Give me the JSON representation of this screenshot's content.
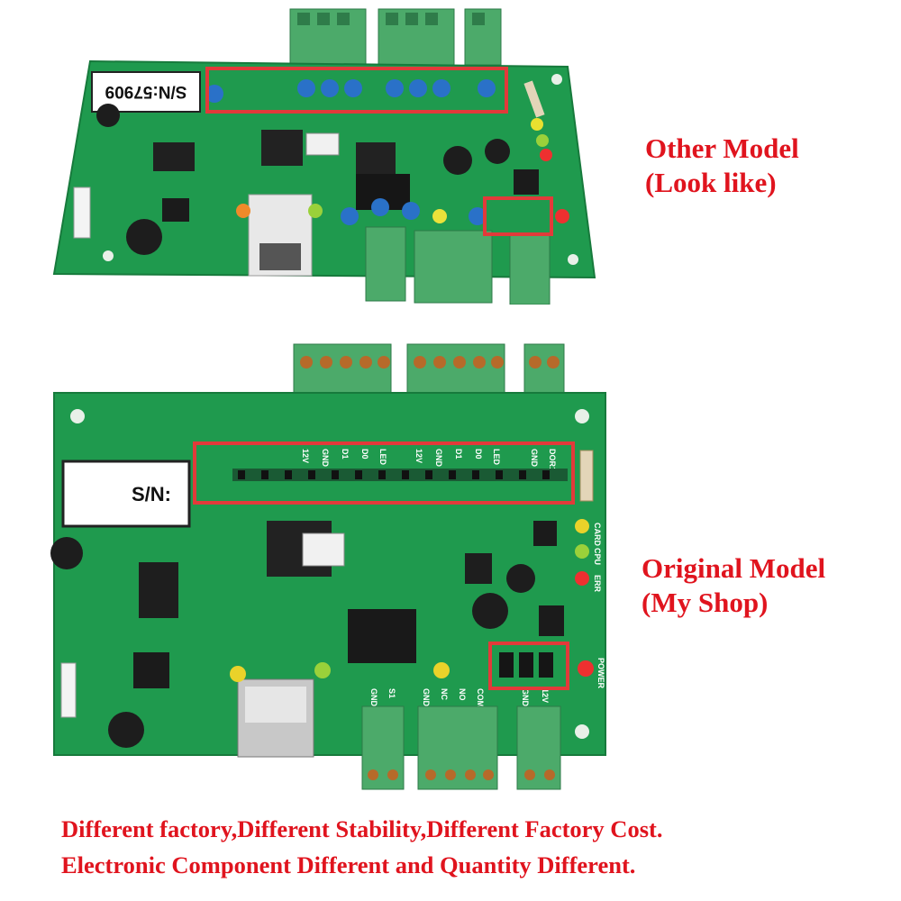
{
  "captions": {
    "other_line1": "Other Model",
    "other_line2": "(Look like)",
    "original_line1": "Original Model",
    "original_line2": "(My Shop)"
  },
  "footer": {
    "line1": "Different factory,Different Stability,Different Factory Cost.",
    "line2": "Electronic Component Different and Quantity Different."
  },
  "top_board": {
    "serial_label": "S/N:57909"
  },
  "bottom_board": {
    "serial_label": "S/N:",
    "led_labels": [
      "CARD",
      "CPU",
      "ERR",
      "POWER"
    ],
    "bottom_pins": [
      "GND",
      "S1",
      "GND",
      "NC",
      "NO",
      "COM",
      "GND",
      "12V"
    ],
    "top_pins": [
      "12V",
      "GND",
      "D1",
      "D0",
      "LED",
      "12V",
      "GND",
      "D1",
      "D0",
      "LED",
      "GND",
      "DOR1"
    ]
  },
  "colors": {
    "caption_red": "#e0141e",
    "pcb_green": "#1f9a4e",
    "terminal_green": "#4fa96a",
    "highlight_red": "#e23a3a"
  }
}
